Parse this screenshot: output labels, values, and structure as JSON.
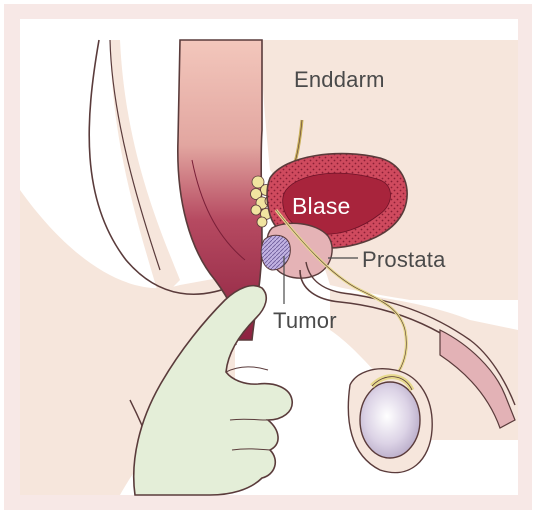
{
  "labels": {
    "enddarm": "Enddarm",
    "blase": "Blase",
    "prostata": "Prostata",
    "tumor": "Tumor"
  },
  "colors": {
    "frame": "#f7e8e6",
    "skin": "#f6e6dc",
    "outline": "#5a3b3b",
    "rectum": "#a33c55",
    "bladder_wall": "#cc3c52",
    "bladder_inner": "#a8243c",
    "prostate": "#e5b3b6",
    "tumor": "#b9a4d6",
    "finger": "#e4eed8",
    "testis": "#ccc3d8",
    "text": "#4a4a4a"
  }
}
